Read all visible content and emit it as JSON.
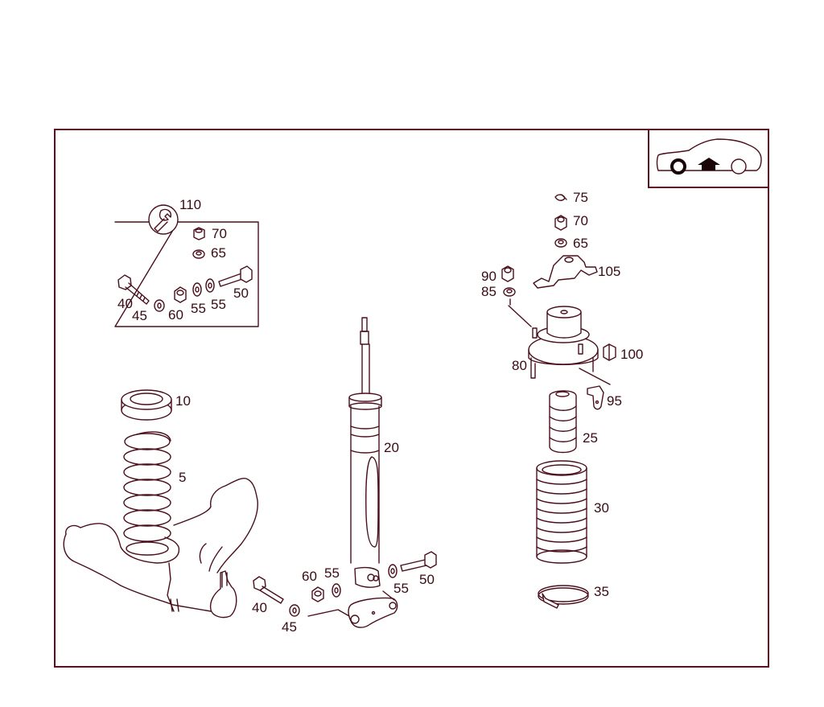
{
  "diagram": {
    "title": "Front suspension - shock absorber / coil spring exploded view",
    "line_color": "#4a0f1c",
    "frame_color": "#5a0f22",
    "orientation_icon": "car-front-axle-icon",
    "tool_icon": "wrench-icon"
  },
  "labels": {
    "p110": "110",
    "p70a": "70",
    "p65a": "65",
    "p40a": "40",
    "p45a": "45",
    "p60a": "60",
    "p55a": "55",
    "p55b": "55",
    "p50a": "50",
    "p10": "10",
    "p5": "5",
    "p20": "20",
    "p40b": "40",
    "p45b": "45",
    "p60b": "60",
    "p55c": "55",
    "p55d": "55",
    "p50b": "50",
    "p75": "75",
    "p70b": "70",
    "p65b": "65",
    "p105": "105",
    "p90": "90",
    "p85": "85",
    "p100": "100",
    "p80": "80",
    "p95": "95",
    "p25": "25",
    "p30": "30",
    "p35": "35"
  }
}
